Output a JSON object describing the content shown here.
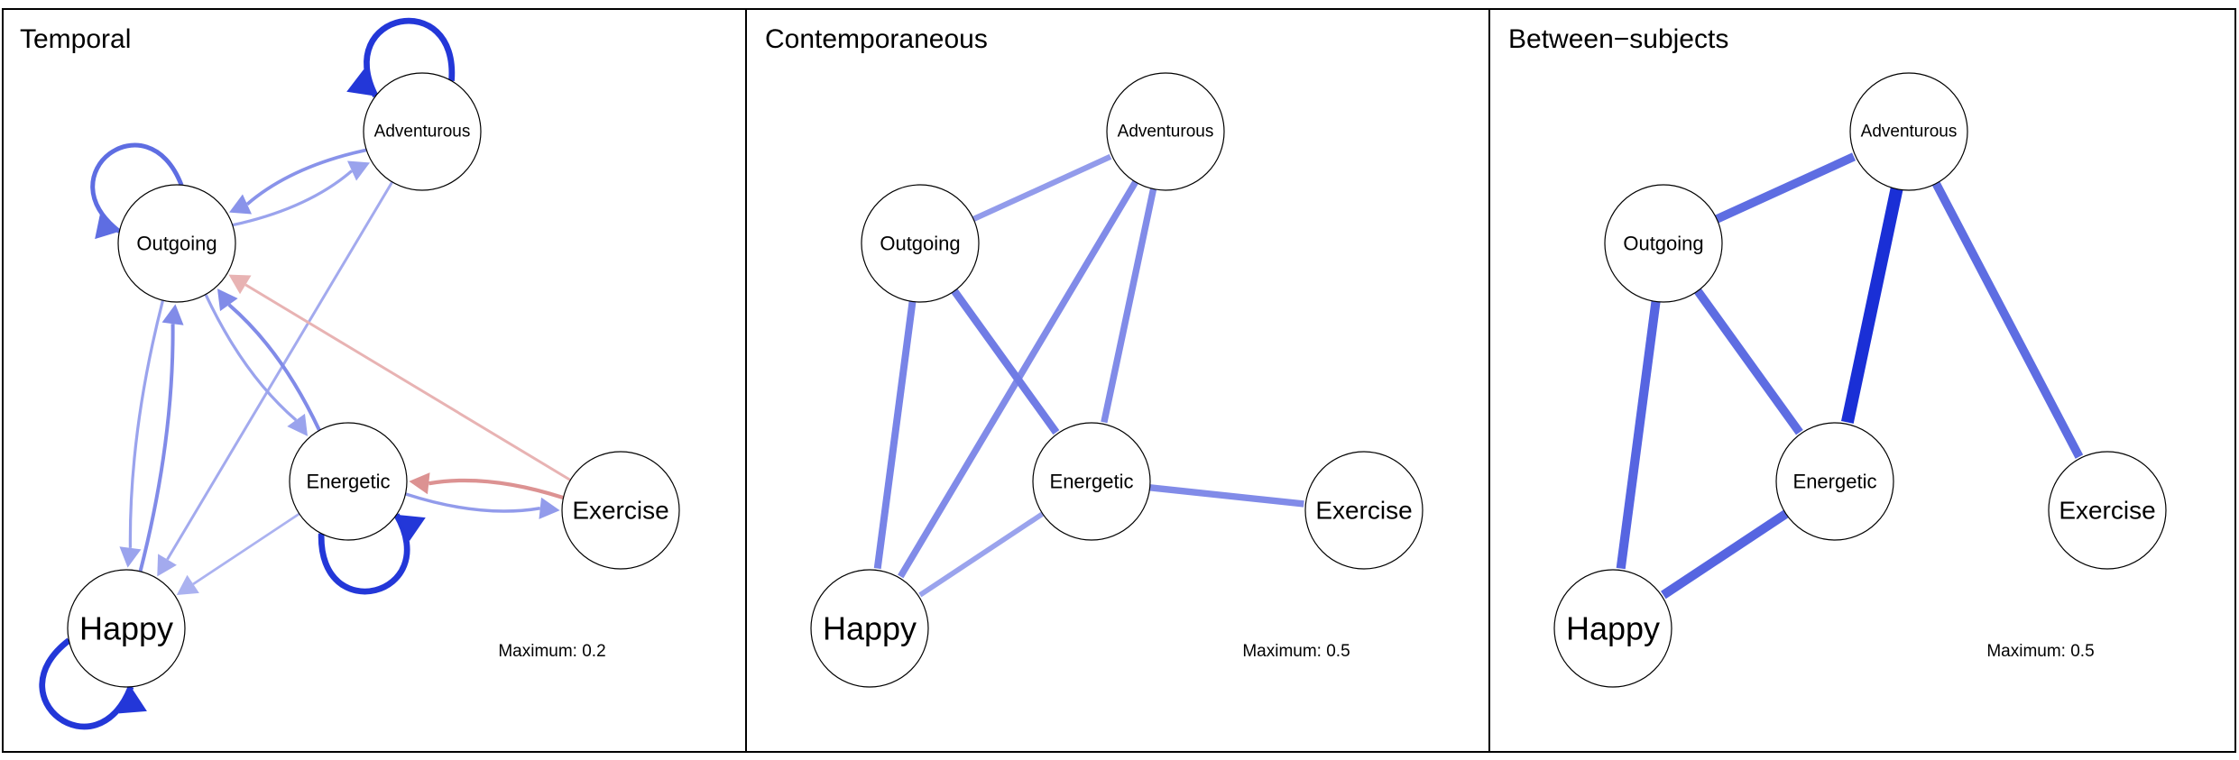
{
  "figure": {
    "panels": [
      {
        "id": "temporal",
        "title": "Temporal",
        "maximum_label": "Maximum: 0.2",
        "directed": true,
        "edges": [
          {
            "from": "Adventurous",
            "to": "Adventurous",
            "sign": "positive",
            "strength": 0.95
          },
          {
            "from": "Outgoing",
            "to": "Outgoing",
            "sign": "positive",
            "strength": 0.6
          },
          {
            "from": "Happy",
            "to": "Happy",
            "sign": "positive",
            "strength": 0.95
          },
          {
            "from": "Energetic",
            "to": "Energetic",
            "sign": "positive",
            "strength": 0.95
          },
          {
            "from": "Adventurous",
            "to": "Outgoing",
            "sign": "positive",
            "strength": 0.35
          },
          {
            "from": "Outgoing",
            "to": "Adventurous",
            "sign": "positive",
            "strength": 0.25
          },
          {
            "from": "Adventurous",
            "to": "Happy",
            "sign": "positive",
            "strength": 0.2
          },
          {
            "from": "Outgoing",
            "to": "Happy",
            "sign": "positive",
            "strength": 0.25
          },
          {
            "from": "Happy",
            "to": "Outgoing",
            "sign": "positive",
            "strength": 0.4
          },
          {
            "from": "Outgoing",
            "to": "Energetic",
            "sign": "positive",
            "strength": 0.25
          },
          {
            "from": "Energetic",
            "to": "Outgoing",
            "sign": "positive",
            "strength": 0.4
          },
          {
            "from": "Energetic",
            "to": "Happy",
            "sign": "positive",
            "strength": 0.15
          },
          {
            "from": "Energetic",
            "to": "Exercise",
            "sign": "positive",
            "strength": 0.3
          },
          {
            "from": "Exercise",
            "to": "Energetic",
            "sign": "negative",
            "strength": 0.45
          },
          {
            "from": "Exercise",
            "to": "Outgoing",
            "sign": "negative",
            "strength": 0.2
          }
        ]
      },
      {
        "id": "contemporaneous",
        "title": "Contemporaneous",
        "maximum_label": "Maximum: 0.5",
        "directed": false,
        "edges": [
          {
            "from": "Outgoing",
            "to": "Adventurous",
            "sign": "positive",
            "strength": 0.3
          },
          {
            "from": "Adventurous",
            "to": "Happy",
            "sign": "positive",
            "strength": 0.4
          },
          {
            "from": "Adventurous",
            "to": "Energetic",
            "sign": "positive",
            "strength": 0.4
          },
          {
            "from": "Outgoing",
            "to": "Happy",
            "sign": "positive",
            "strength": 0.45
          },
          {
            "from": "Outgoing",
            "to": "Energetic",
            "sign": "positive",
            "strength": 0.5
          },
          {
            "from": "Energetic",
            "to": "Exercise",
            "sign": "positive",
            "strength": 0.4
          },
          {
            "from": "Energetic",
            "to": "Happy",
            "sign": "positive",
            "strength": 0.25
          }
        ]
      },
      {
        "id": "between",
        "title": "Between−subjects",
        "maximum_label": "Maximum: 0.5",
        "directed": false,
        "edges": [
          {
            "from": "Outgoing",
            "to": "Adventurous",
            "sign": "positive",
            "strength": 0.6
          },
          {
            "from": "Adventurous",
            "to": "Energetic",
            "sign": "positive",
            "strength": 1.0
          },
          {
            "from": "Adventurous",
            "to": "Exercise",
            "sign": "positive",
            "strength": 0.6
          },
          {
            "from": "Outgoing",
            "to": "Energetic",
            "sign": "positive",
            "strength": 0.6
          },
          {
            "from": "Outgoing",
            "to": "Happy",
            "sign": "positive",
            "strength": 0.65
          },
          {
            "from": "Energetic",
            "to": "Happy",
            "sign": "positive",
            "strength": 0.65
          }
        ]
      }
    ],
    "nodes": [
      {
        "id": "Adventurous",
        "label": "Adventurous"
      },
      {
        "id": "Outgoing",
        "label": "Outgoing"
      },
      {
        "id": "Energetic",
        "label": "Energetic"
      },
      {
        "id": "Exercise",
        "label": "Exercise"
      },
      {
        "id": "Happy",
        "label": "Happy"
      }
    ],
    "colors": {
      "positive": "#1a2fd6",
      "negative": "#d07070",
      "positive_light": "#c5c9f4",
      "negative_light": "#f1cdcd"
    }
  }
}
